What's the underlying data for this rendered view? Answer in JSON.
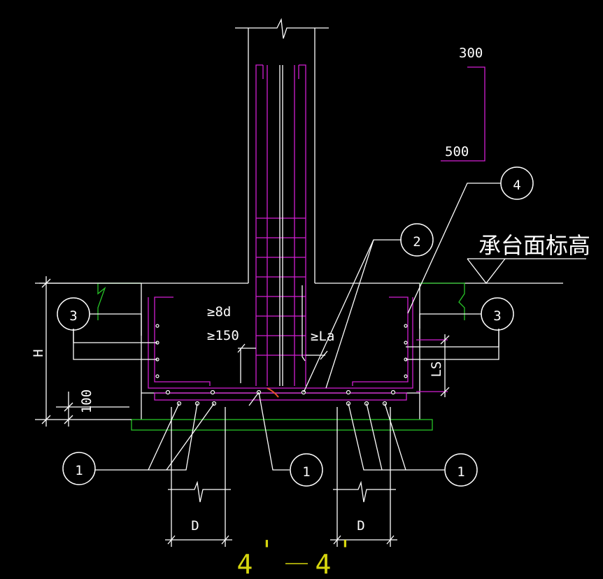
{
  "title": {
    "left": "4",
    "right": "4",
    "prime_left": "'",
    "prime_right": "'"
  },
  "labels": {
    "elevation": "承台面标高",
    "height": "H",
    "bottom_cover": "100",
    "anchor_8d": "≥8d",
    "anchor_150": "≥150",
    "lap": "≥La",
    "spacing": "LS",
    "pile_dia_left": "D",
    "pile_dia_right": "D",
    "hook_top": "300",
    "hook_bottom": "500"
  },
  "balloons": {
    "b1_left": "1",
    "b1_mid": "1",
    "b1_right": "1",
    "b2": "2",
    "b3_left": "3",
    "b3_right": "3",
    "b4": "4"
  },
  "colors": {
    "outline": "#ffffff",
    "rebar": "#d21fd2",
    "cushion": "#27c427",
    "mark": "#e8542a",
    "title": "#d6d60e"
  }
}
